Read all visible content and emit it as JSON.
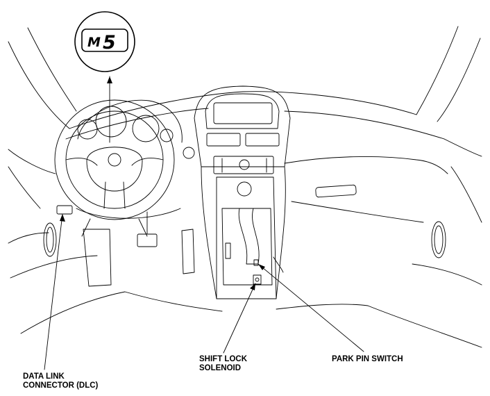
{
  "gear_display": {
    "prefix": "M",
    "digit": "5"
  },
  "callouts": {
    "dlc_line1": "DATA LINK",
    "dlc_line2": "CONNECTOR (DLC)",
    "shift_lock_line1": "SHIFT LOCK",
    "shift_lock_line2": "SOLENOID",
    "park_pin": "PARK PIN SWITCH"
  },
  "colors": {
    "ink": "#000000",
    "background": "#ffffff"
  }
}
